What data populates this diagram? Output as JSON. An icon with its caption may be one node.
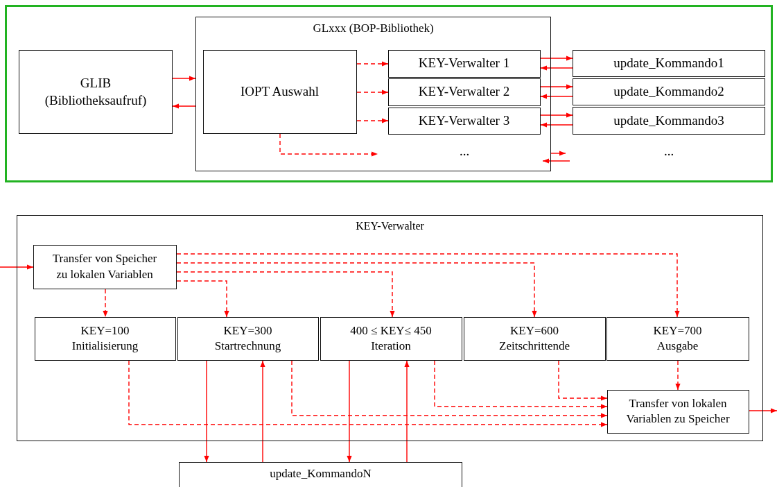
{
  "diagram": {
    "nodes": [
      {
        "text": [
          "GLIB (Bibliotheksaufruf)"
        ]
      },
      {
        "text": [
          "GLxxx (BOP-Bibliothek)"
        ]
      },
      {
        "text": [
          "IOPT Auswahl"
        ],
        "in": 1
      },
      {
        "text": [
          "KEY-Verwalter 1"
        ],
        "in": 1
      },
      {
        "text": [
          "KEY-Verwalter 2"
        ],
        "in": 1
      },
      {
        "text": [
          "KEY-Verwalter 3"
        ],
        "in": 1
      },
      {
        "text": [
          "update_Kommando1"
        ]
      },
      {
        "text": [
          "update_Kommando2"
        ]
      },
      {
        "text": [
          "update_Kommando3"
        ]
      },
      {
        "text": [
          "KEY-Verwalter"
        ]
      },
      {
        "text": [
          "Transfer von Speicher zu lokalen Variablen"
        ],
        "in": 9
      },
      {
        "text": [
          "KEY=100",
          "Initialisierung"
        ],
        "in": 9
      },
      {
        "text": [
          "KEY=300",
          "Startrechnung"
        ],
        "in": 9
      },
      {
        "text": [
          "400 ≤ KEY≤ 450",
          "Iteration"
        ],
        "in": 9
      },
      {
        "text": [
          "KEY=600",
          "Zeitschrittende"
        ],
        "in": 9
      },
      {
        "text": [
          "KEY=700",
          "Ausgabe"
        ],
        "in": 9
      },
      {
        "text": [
          "Transfer von lokalen Variablen zu Speicher"
        ],
        "in": 9
      },
      {
        "text": [
          "update_KommandoN"
        ]
      }
    ],
    "edges": [
      {
        "from": 0,
        "to": 1,
        "arrow": "to"
      },
      {
        "from": 1,
        "to": 0,
        "arrow": "to"
      },
      {
        "from": 2,
        "to": 3,
        "arrow": "to",
        "style": "dashed"
      },
      {
        "from": 2,
        "to": 4,
        "arrow": "to",
        "style": "dashed"
      },
      {
        "from": 2,
        "to": 5,
        "arrow": "to",
        "style": "dashed"
      },
      {
        "from": 2,
        "to": null,
        "arrow": "to",
        "style": "dashed"
      },
      {
        "from": 3,
        "to": 6,
        "arrow": "to"
      },
      {
        "from": 6,
        "to": 3,
        "arrow": "to"
      },
      {
        "from": 4,
        "to": 7,
        "arrow": "to"
      },
      {
        "from": 7,
        "to": 4,
        "arrow": "to"
      },
      {
        "from": 5,
        "to": 8,
        "arrow": "to"
      },
      {
        "from": 8,
        "to": 5,
        "arrow": "to"
      },
      {
        "from": 1,
        "to": null,
        "arrow": "to"
      },
      {
        "from": null,
        "to": 1,
        "arrow": "to"
      },
      {
        "from": null,
        "to": 10,
        "arrow": "to"
      },
      {
        "from": 10,
        "to": 11,
        "arrow": "to",
        "style": "dashed"
      },
      {
        "from": 10,
        "to": 12,
        "arrow": "to",
        "style": "dashed"
      },
      {
        "from": 10,
        "to": 13,
        "arrow": "to",
        "style": "dashed"
      },
      {
        "from": 10,
        "to": 14,
        "arrow": "to",
        "style": "dashed"
      },
      {
        "from": 10,
        "to": 15,
        "arrow": "to",
        "style": "dashed"
      },
      {
        "from": 11,
        "to": 16,
        "arrow": "to",
        "style": "dashed"
      },
      {
        "from": 12,
        "to": 16,
        "arrow": "to",
        "style": "dashed"
      },
      {
        "from": 13,
        "to": 16,
        "arrow": "to",
        "style": "dashed"
      },
      {
        "from": 14,
        "to": 16,
        "arrow": "to",
        "style": "dashed"
      },
      {
        "from": 15,
        "to": 16,
        "arrow": "to",
        "style": "dashed"
      },
      {
        "from": 16,
        "to": null,
        "arrow": "to"
      },
      {
        "from": 12,
        "to": 17,
        "arrow": "to"
      },
      {
        "from": 17,
        "to": 12,
        "arrow": "to"
      },
      {
        "from": 13,
        "to": 17,
        "arrow": "to"
      },
      {
        "from": 17,
        "to": 13,
        "arrow": "to"
      }
    ],
    "labels": [
      "...",
      "..."
    ]
  }
}
